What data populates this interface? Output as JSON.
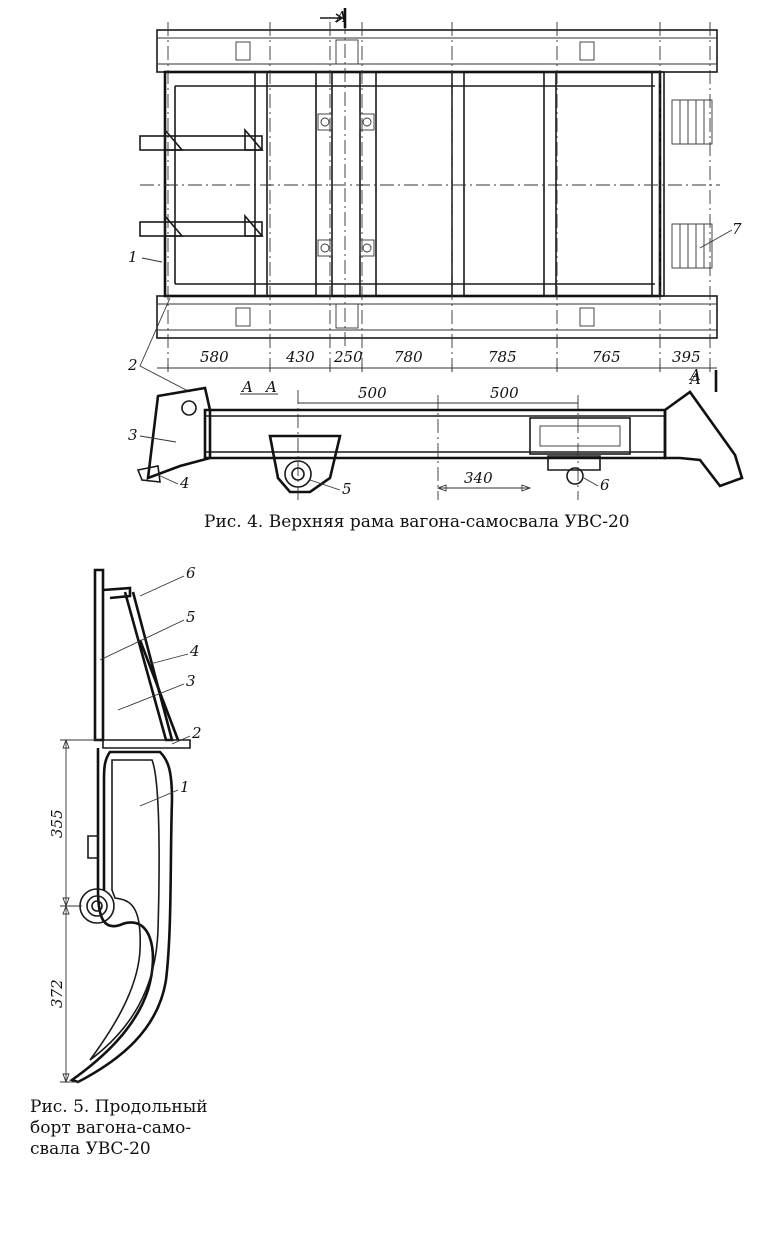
{
  "fig4": {
    "caption": "Рис. 4. Верхняя рама вагона-самосвала УВС-20",
    "section_labels": [
      "A",
      "A",
      "A",
      "A",
      "A"
    ],
    "dimensions": [
      "580",
      "430",
      "250",
      "780",
      "785",
      "765",
      "395"
    ],
    "section_dimensions": [
      "500",
      "500",
      "340"
    ],
    "callouts": [
      "1",
      "2",
      "3",
      "4",
      "5",
      "6",
      "7"
    ]
  },
  "fig5": {
    "caption_lines": [
      "Рис. 5. Продольный",
      "борт вагона-само-",
      "свала УВС-20"
    ],
    "dimensions": [
      "355",
      "372"
    ],
    "callouts": [
      "1",
      "2",
      "3",
      "4",
      "5",
      "6"
    ]
  }
}
